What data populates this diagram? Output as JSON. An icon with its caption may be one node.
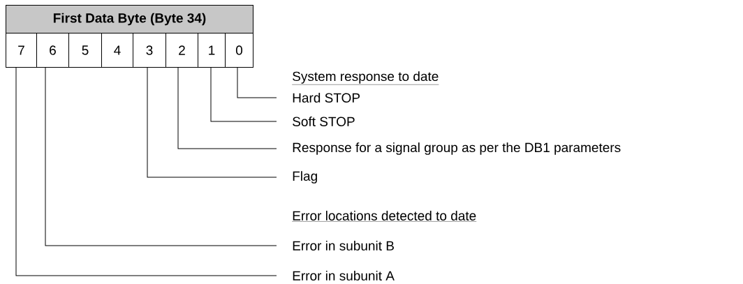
{
  "diagram": {
    "nodes": [
      {
        "text": [
          "First Data Byte (Byte 34)"
        ]
      },
      {
        "text": [
          "7"
        ]
      },
      {
        "text": [
          "6"
        ]
      },
      {
        "text": [
          "5"
        ]
      },
      {
        "text": [
          "4"
        ]
      },
      {
        "text": [
          "3"
        ]
      },
      {
        "text": [
          "2"
        ]
      },
      {
        "text": [
          "1"
        ]
      },
      {
        "text": [
          "0"
        ]
      },
      {
        "text": [
          "Hard STOP"
        ]
      },
      {
        "text": [
          "Soft STOP"
        ]
      },
      {
        "text": [
          "Response for a signal group as per the DB1 parameters"
        ]
      },
      {
        "text": [
          "Flag"
        ]
      },
      {
        "text": [
          "Error in subunit B"
        ]
      },
      {
        "text": [
          "Error in subunit A"
        ]
      }
    ],
    "edges": [
      {
        "from": 8,
        "to": 9,
        "arrow": "none"
      },
      {
        "from": 7,
        "to": 10,
        "arrow": "none"
      },
      {
        "from": 6,
        "to": 11,
        "arrow": "none"
      },
      {
        "from": 5,
        "to": 12,
        "arrow": "none"
      },
      {
        "from": 2,
        "to": 13,
        "arrow": "none"
      },
      {
        "from": 1,
        "to": 14,
        "arrow": "none"
      }
    ],
    "labels": [
      "System response to date",
      "Error locations detected to date"
    ]
  }
}
